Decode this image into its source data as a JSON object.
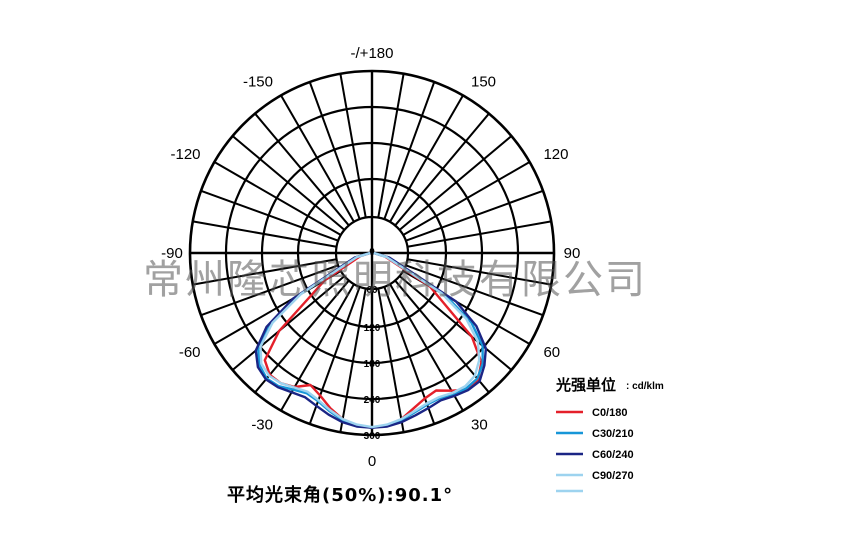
{
  "chart_data": {
    "type": "polar",
    "angle_labels": [
      {
        "text": "-/+180",
        "deg": 180
      },
      {
        "text": "150",
        "deg": 150
      },
      {
        "text": "-150",
        "deg": -150
      },
      {
        "text": "120",
        "deg": 120
      },
      {
        "text": "-120",
        "deg": -120
      },
      {
        "text": "90",
        "deg": 90
      },
      {
        "text": "-90",
        "deg": -90
      },
      {
        "text": "60",
        "deg": 60
      },
      {
        "text": "-60",
        "deg": -60
      },
      {
        "text": "30",
        "deg": 30
      },
      {
        "text": "-30",
        "deg": -30
      },
      {
        "text": "0",
        "deg": 0
      }
    ],
    "radial_labels": [
      "0",
      "60",
      "120",
      "180",
      "240",
      "300"
    ],
    "r_max": 300,
    "legend": {
      "title": "光强单位",
      "unit": ": cd/klm"
    },
    "series": [
      {
        "name": "C0/180",
        "color": "#e4202a",
        "points": [
          [
            -90,
            3
          ],
          [
            -75,
            20
          ],
          [
            -60,
            90
          ],
          [
            -50,
            200
          ],
          [
            -45,
            250
          ],
          [
            -40,
            262
          ],
          [
            -35,
            262
          ],
          [
            -30,
            255
          ],
          [
            -25,
            240
          ],
          [
            -20,
            250
          ],
          [
            -15,
            265
          ],
          [
            -10,
            278
          ],
          [
            -5,
            285
          ],
          [
            0,
            288
          ],
          [
            5,
            285
          ],
          [
            10,
            278
          ],
          [
            15,
            265
          ],
          [
            20,
            255
          ],
          [
            25,
            250
          ],
          [
            30,
            262
          ],
          [
            35,
            275
          ],
          [
            40,
            272
          ],
          [
            45,
            255
          ],
          [
            50,
            215
          ],
          [
            60,
            110
          ],
          [
            75,
            22
          ],
          [
            90,
            3
          ]
        ]
      },
      {
        "name": "C30/210",
        "color": "#1796d8",
        "points": [
          [
            -90,
            3
          ],
          [
            -75,
            28
          ],
          [
            -60,
            140
          ],
          [
            -55,
            205
          ],
          [
            -50,
            245
          ],
          [
            -45,
            262
          ],
          [
            -40,
            270
          ],
          [
            -35,
            268
          ],
          [
            -30,
            260
          ],
          [
            -25,
            255
          ],
          [
            -20,
            260
          ],
          [
            -15,
            270
          ],
          [
            -10,
            280
          ],
          [
            -5,
            286
          ],
          [
            0,
            288
          ],
          [
            5,
            286
          ],
          [
            10,
            280
          ],
          [
            15,
            272
          ],
          [
            20,
            266
          ],
          [
            25,
            264
          ],
          [
            30,
            270
          ],
          [
            35,
            272
          ],
          [
            40,
            270
          ],
          [
            45,
            258
          ],
          [
            50,
            238
          ],
          [
            55,
            200
          ],
          [
            60,
            140
          ],
          [
            75,
            26
          ],
          [
            90,
            3
          ]
        ]
      },
      {
        "name": "C60/240",
        "color": "#1b2585",
        "points": [
          [
            -90,
            3
          ],
          [
            -75,
            30
          ],
          [
            -60,
            150
          ],
          [
            -55,
            212
          ],
          [
            -50,
            250
          ],
          [
            -45,
            266
          ],
          [
            -40,
            272
          ],
          [
            -35,
            270
          ],
          [
            -30,
            265
          ],
          [
            -25,
            262
          ],
          [
            -20,
            268
          ],
          [
            -15,
            276
          ],
          [
            -10,
            283
          ],
          [
            -5,
            287
          ],
          [
            0,
            288
          ],
          [
            5,
            287
          ],
          [
            10,
            283
          ],
          [
            15,
            277
          ],
          [
            20,
            272
          ],
          [
            25,
            268
          ],
          [
            30,
            272
          ],
          [
            35,
            276
          ],
          [
            40,
            276
          ],
          [
            45,
            262
          ],
          [
            50,
            245
          ],
          [
            55,
            210
          ],
          [
            60,
            160
          ],
          [
            75,
            30
          ],
          [
            90,
            3
          ]
        ]
      },
      {
        "name": "C90/270",
        "color": "#9dd3ef",
        "points": [
          [
            -90,
            3
          ],
          [
            -75,
            26
          ],
          [
            -60,
            135
          ],
          [
            -55,
            200
          ],
          [
            -50,
            240
          ],
          [
            -45,
            258
          ],
          [
            -40,
            264
          ],
          [
            -35,
            262
          ],
          [
            -30,
            256
          ],
          [
            -25,
            252
          ],
          [
            -20,
            258
          ],
          [
            -15,
            268
          ],
          [
            -10,
            278
          ],
          [
            -5,
            284
          ],
          [
            0,
            287
          ],
          [
            5,
            284
          ],
          [
            10,
            278
          ],
          [
            15,
            270
          ],
          [
            20,
            264
          ],
          [
            25,
            262
          ],
          [
            30,
            266
          ],
          [
            35,
            268
          ],
          [
            40,
            264
          ],
          [
            45,
            250
          ],
          [
            50,
            228
          ],
          [
            55,
            190
          ],
          [
            60,
            132
          ],
          [
            75,
            24
          ],
          [
            90,
            3
          ]
        ]
      }
    ]
  },
  "watermark": "常州隆芯照明科技有限公司",
  "beam_angle_text": "平均光束角(50%):90.1°"
}
